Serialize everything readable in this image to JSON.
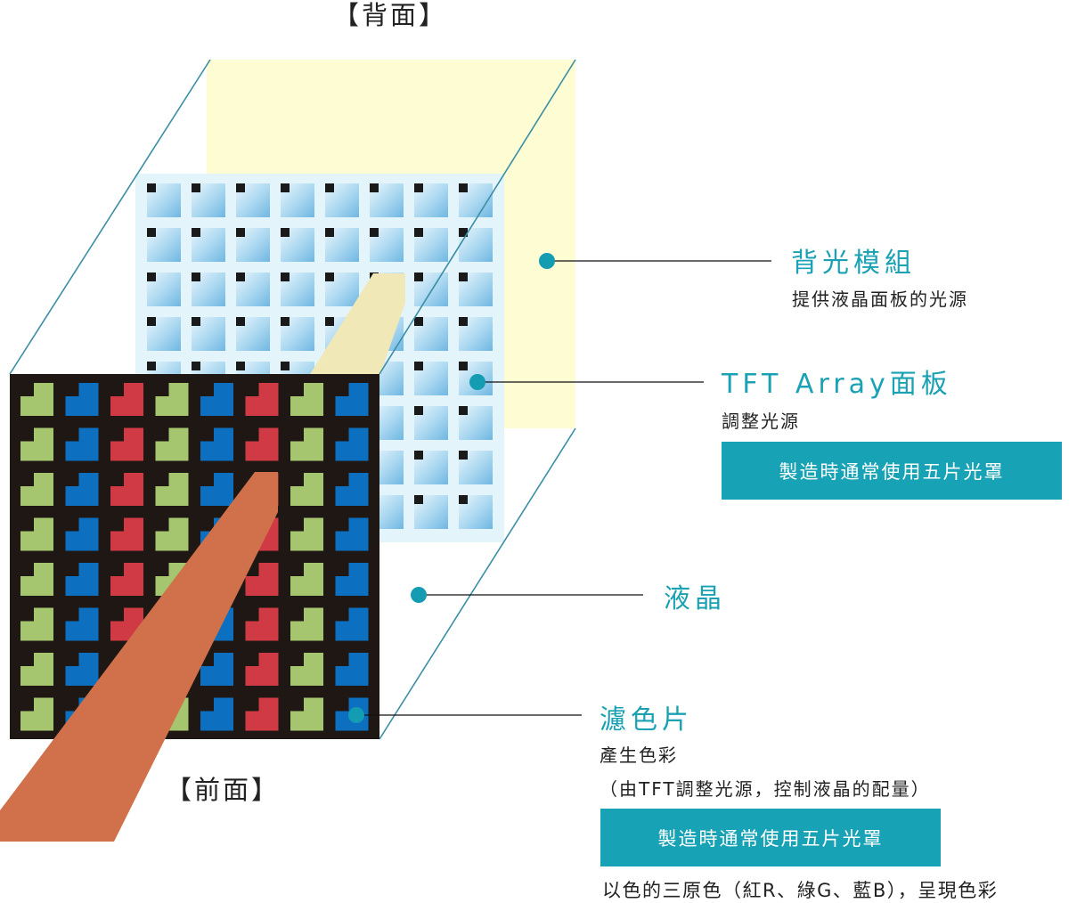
{
  "captions": {
    "back": "【背面】",
    "front": "【前面】"
  },
  "labels": {
    "backlight": {
      "title": "背光模組",
      "desc": "提供液晶面板的光源"
    },
    "tft": {
      "title": "TFT Array面板",
      "desc": "調整光源",
      "band": "製造時通常使用五片光罩"
    },
    "lc": {
      "title": "液晶"
    },
    "filter": {
      "title": "濾色片",
      "desc": "產生色彩",
      "note": "（由TFT調整光源，控制液晶的配量）",
      "band": "製造時通常使用五片光罩",
      "footer": "以色的三原色（紅R、綠G、藍B），呈現色彩"
    }
  },
  "colors": {
    "accent": "#17a2b5",
    "line": "#3b8ea5",
    "backlight": "#fdfcd3",
    "tft_bg": "#e3f4fb",
    "tft_cell": "#8fcae8",
    "filter_bg": "#1e1714",
    "red": "#cf3a45",
    "green": "#a5c56e",
    "blue": "#0c6fbf",
    "ray_back": "#f1e8b7",
    "ray_front": "#d0714b"
  },
  "filter_pattern": [
    "green",
    "blue",
    "red",
    "green",
    "blue",
    "red",
    "green",
    "blue"
  ]
}
